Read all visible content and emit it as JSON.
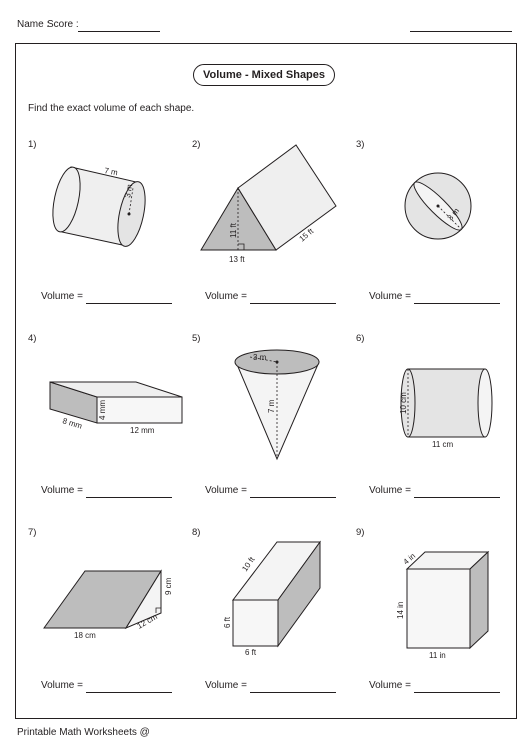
{
  "header": {
    "name_label": "Name :",
    "score_label": "Score :"
  },
  "title": "Volume - Mixed Shapes",
  "instructions": "Find the exact volume of each shape.",
  "problems": [
    {
      "number": "1)",
      "shape": "cylinder",
      "labels": [
        "7 m",
        "3 m"
      ]
    },
    {
      "number": "2)",
      "shape": "triangular-prism",
      "labels": [
        "11 ft",
        "13 ft",
        "15 ft"
      ]
    },
    {
      "number": "3)",
      "shape": "sphere",
      "labels": [
        "3 m"
      ]
    },
    {
      "number": "4)",
      "shape": "rectangular-prism",
      "labels": [
        "8 mm",
        "4 mm",
        "12 mm"
      ]
    },
    {
      "number": "5)",
      "shape": "cone",
      "labels": [
        "3 m",
        "7 m"
      ]
    },
    {
      "number": "6)",
      "shape": "cylinder",
      "labels": [
        "10 cm",
        "11 cm"
      ]
    },
    {
      "number": "7)",
      "shape": "triangular-prism",
      "labels": [
        "18 cm",
        "12 cm",
        "9 cm"
      ]
    },
    {
      "number": "8)",
      "shape": "rectangular-prism",
      "labels": [
        "10 ft",
        "6 ft",
        "6 ft"
      ]
    },
    {
      "number": "9)",
      "shape": "rectangular-prism",
      "labels": [
        "4 in",
        "14 in",
        "11 in"
      ]
    }
  ],
  "volume_label": "Volume =",
  "footer": "Printable Math Worksheets @"
}
